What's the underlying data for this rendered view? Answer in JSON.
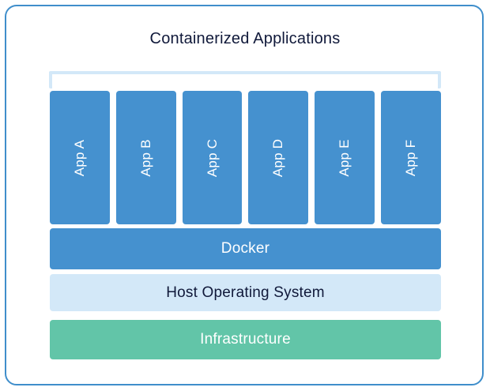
{
  "diagram": {
    "title": "Containerized Applications",
    "frame_color": "#3f8ecb",
    "bracket": {
      "name": "containerized-applications-bracket",
      "color": "#d3e8f8"
    },
    "apps": [
      {
        "label": "App A",
        "color": "#4591cf"
      },
      {
        "label": "App B",
        "color": "#4591cf"
      },
      {
        "label": "App C",
        "color": "#4591cf"
      },
      {
        "label": "App D",
        "color": "#4591cf"
      },
      {
        "label": "App E",
        "color": "#4591cf"
      },
      {
        "label": "App F",
        "color": "#4591cf"
      }
    ],
    "layers": [
      {
        "label": "Docker",
        "color": "#4591cf",
        "text_color": "#ffffff"
      },
      {
        "label": "Host Operating System",
        "color": "#d3e8f8",
        "text_color": "#10193a"
      },
      {
        "label": "Infrastructure",
        "color": "#62c5a8",
        "text_color": "#ffffff"
      }
    ]
  }
}
